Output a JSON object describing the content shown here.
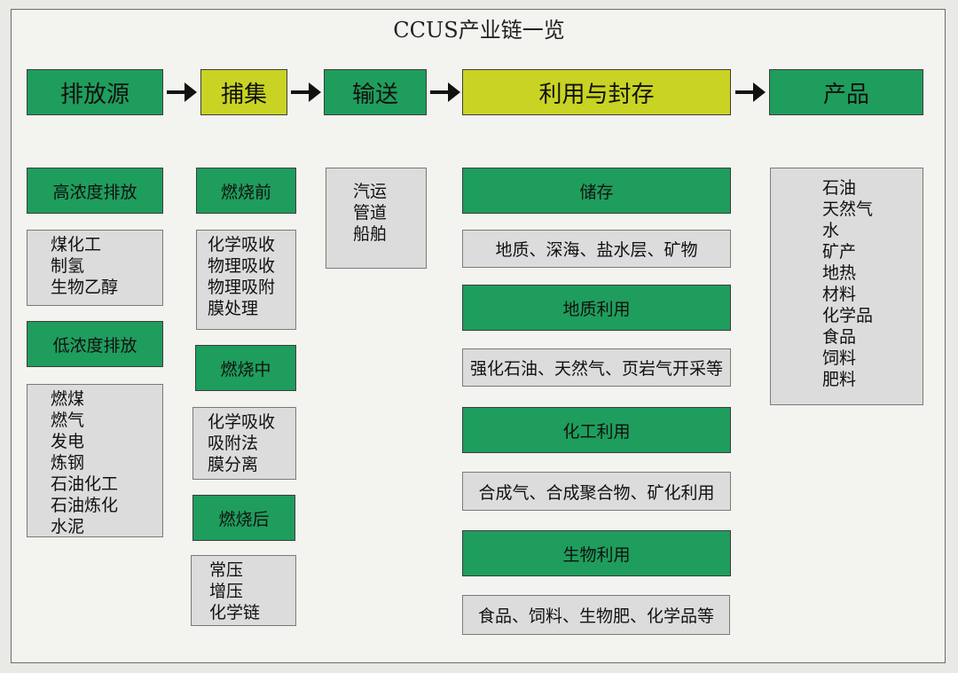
{
  "title": "CCUS产业链一览",
  "stages": [
    "排放源",
    "捕集",
    "输送",
    "利用与封存",
    "产品"
  ],
  "emission": {
    "high_label": "高浓度排放",
    "high_items": [
      "煤化工",
      "制氢",
      "生物乙醇"
    ],
    "low_label": "低浓度排放",
    "low_items": [
      "燃煤",
      "燃气",
      "发电",
      "炼钢",
      "石油化工",
      "石油炼化",
      "水泥"
    ]
  },
  "capture": {
    "pre_label": "燃烧前",
    "pre_items": [
      "化学吸收",
      "物理吸收",
      "物理吸附",
      "膜处理"
    ],
    "mid_label": "燃烧中",
    "mid_items": [
      "化学吸收",
      "吸附法",
      "膜分离"
    ],
    "post_label": "燃烧后",
    "post_items": [
      "常压",
      "增压",
      "化学链"
    ]
  },
  "transport": {
    "items": [
      "汽运",
      "管道",
      "船舶"
    ]
  },
  "utilization": [
    {
      "label": "储存",
      "detail": "地质、深海、盐水层、矿物"
    },
    {
      "label": "地质利用",
      "detail": "强化石油、天然气、页岩气开采等"
    },
    {
      "label": "化工利用",
      "detail": "合成气、合成聚合物、矿化利用"
    },
    {
      "label": "生物利用",
      "detail": "食品、饲料、生物肥、化学品等"
    }
  ],
  "products": {
    "items": [
      "石油",
      "天然气",
      "水",
      "矿产",
      "地热",
      "材料",
      "化学品",
      "食品",
      "饲料",
      "肥料"
    ]
  },
  "colors": {
    "green": "#1f9d5c",
    "yellow": "#c9d323",
    "gray": "#dcdcdc"
  }
}
